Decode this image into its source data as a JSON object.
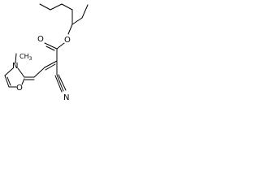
{
  "molecule": {
    "atoms": {
      "ester_o": "O",
      "carbonyl_o": "O",
      "ring_n": "N",
      "ring_o": "O",
      "nitrile_n": "N"
    },
    "n_methyl": "CH3",
    "n_methyl_sub": "3",
    "n_methyl_prefix": "CH"
  },
  "colors": {
    "bond": "#000000",
    "text": "#000000",
    "background": "#ffffff"
  }
}
